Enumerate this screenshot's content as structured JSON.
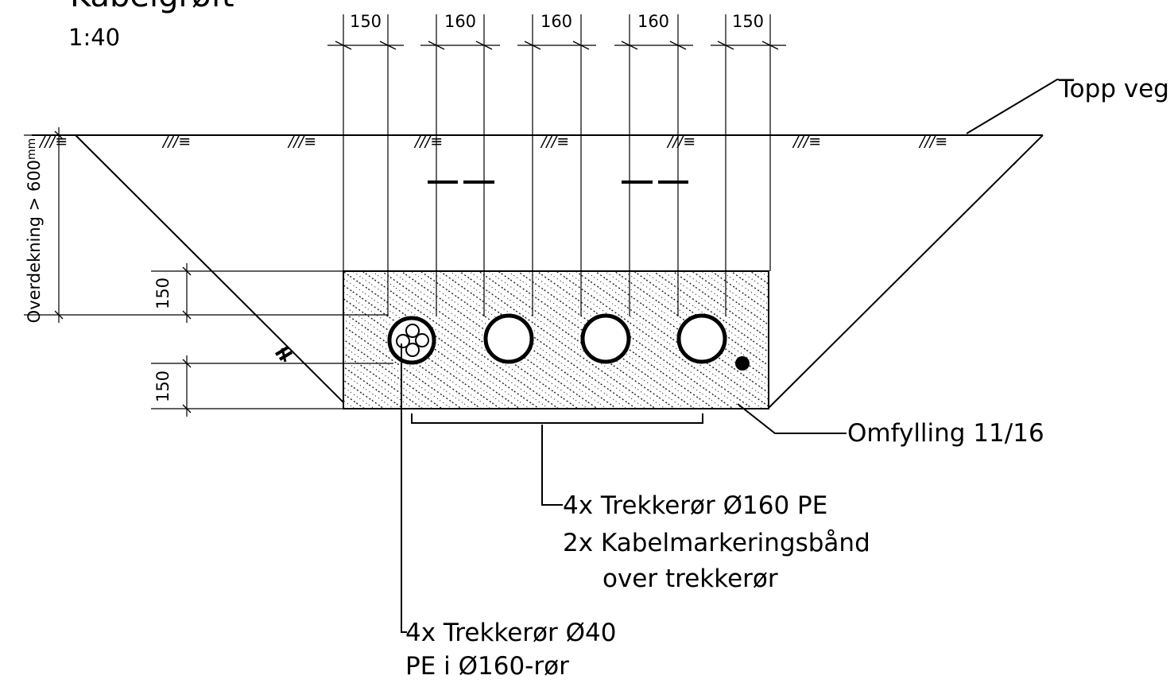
{
  "title": "Kabelgrøft",
  "scale": "1:40",
  "dimensions_top": [
    "150",
    "160",
    "160",
    "160",
    "150"
  ],
  "dimensions_left": [
    "150",
    "150"
  ],
  "cover_depth_label": "Overdekning > 600",
  "cover_depth_unit": "mm",
  "ground_symbol": "///≡",
  "labels": {
    "road_top": "Topp veg",
    "backfill": "Omfylling 11/16",
    "ducts_line1": "4x Trekkerør Ø160 PE",
    "ducts_line2": "2x Kabelmarkeringsbånd",
    "ducts_line3": "over trekkerør",
    "small_ducts_line1": "4x Trekkerør Ø40",
    "small_ducts_line2": "PE i Ø160-rør"
  },
  "colors": {
    "line": "#000000",
    "background": "#ffffff"
  }
}
